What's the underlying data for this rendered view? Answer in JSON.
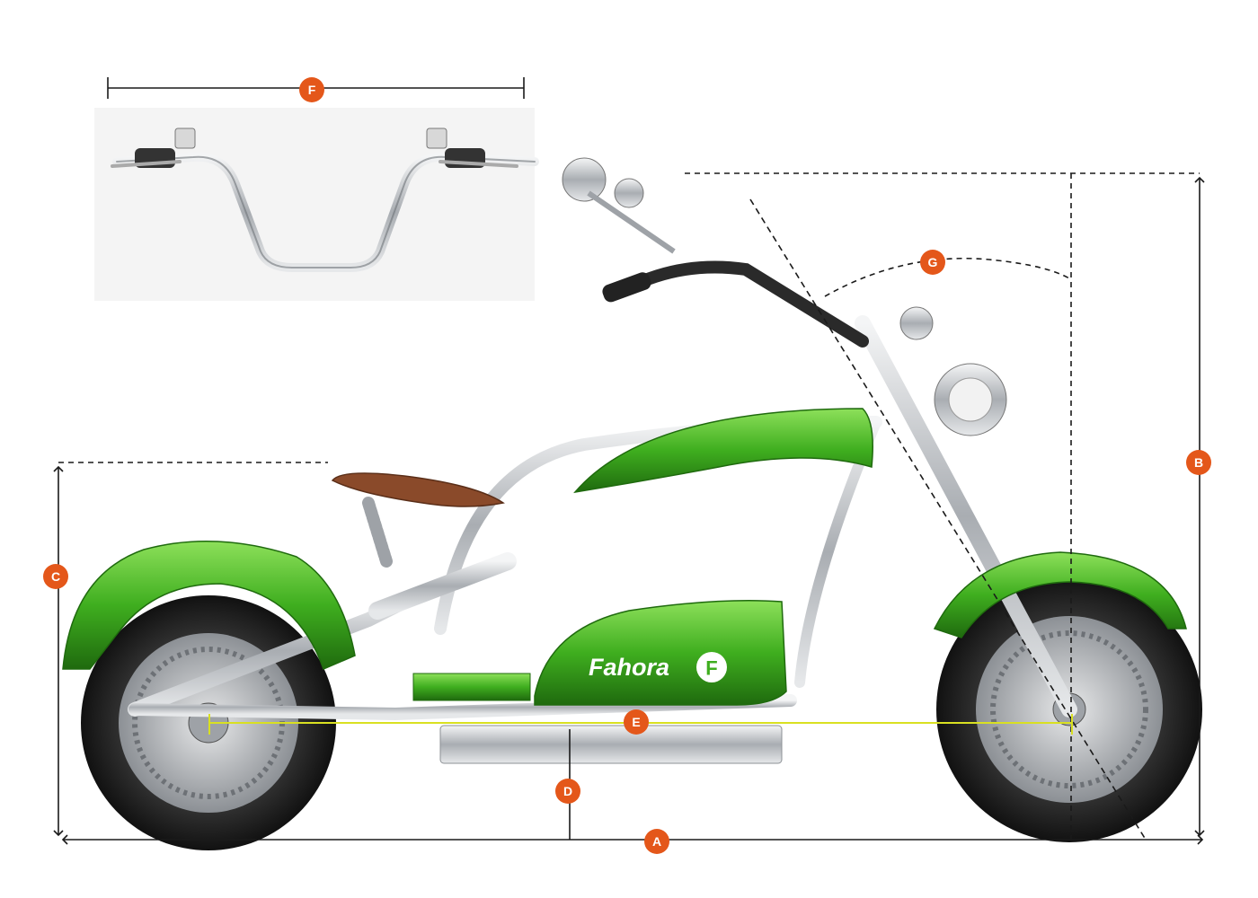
{
  "colors": {
    "marker": "#e4571a",
    "dimension_line": "#1a1a1a",
    "wheelbase_line": "#d9e021",
    "body_green": "#3fae1f",
    "body_green_light": "#7fd64a",
    "body_green_dark": "#24730f",
    "chrome": "#c9ccd0",
    "tire": "#1d1d1d",
    "seat": "#8a4a2a"
  },
  "brand": {
    "logo_text": "Fahora",
    "logo_letter": "F"
  },
  "dimension_labels": {
    "a": "A",
    "b": "B",
    "c": "C",
    "d": "D",
    "e": "E",
    "f": "F",
    "g": "G"
  }
}
